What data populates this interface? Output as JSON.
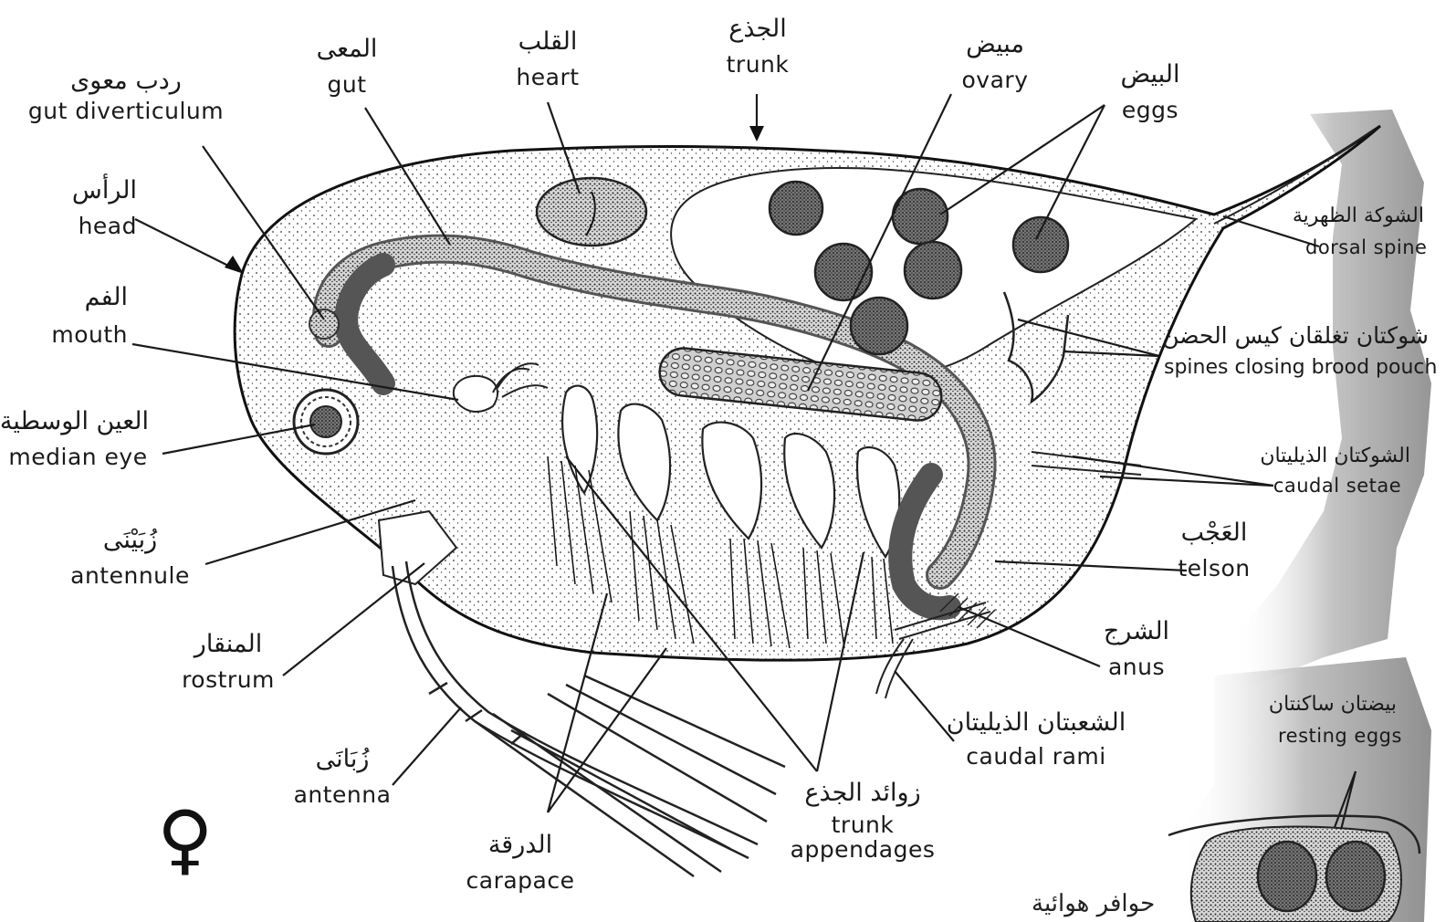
{
  "female_symbol": "♀",
  "labels": {
    "gut_diverticulum": {
      "ar": "ردب معوى",
      "en": "gut diverticulum"
    },
    "gut": {
      "ar": "المعى",
      "en": "gut"
    },
    "heart": {
      "ar": "القلب",
      "en": "heart"
    },
    "trunk": {
      "ar": "الجذع",
      "en": "trunk"
    },
    "ovary": {
      "ar": "مبيض",
      "en": "ovary"
    },
    "eggs": {
      "ar": "البيض",
      "en": "eggs"
    },
    "head": {
      "ar": "الرأس",
      "en": "head"
    },
    "mouth": {
      "ar": "الفم",
      "en": "mouth"
    },
    "median_eye": {
      "ar": "العين الوسطية",
      "en": "median eye"
    },
    "antennule": {
      "ar": "زُبَيْنَى",
      "en": "antennule"
    },
    "rostrum": {
      "ar": "المنقار",
      "en": "rostrum"
    },
    "antenna": {
      "ar": "زُبَانَى",
      "en": "antenna"
    },
    "carapace": {
      "ar": "الدرقة",
      "en": "carapace"
    },
    "trunk_appendages": {
      "ar": "زوائد الجذع",
      "en": "trunk appendages"
    },
    "caudal_rami": {
      "ar": "الشعبتان الذيليتان",
      "en": "caudal rami"
    },
    "anus": {
      "ar": "الشرج",
      "en": "anus"
    },
    "telson": {
      "ar": "العَجْب",
      "en": "telson"
    },
    "caudal_setae": {
      "ar": "الشوكتان الذيليتان",
      "en": "caudal setae"
    },
    "spines_brood": {
      "ar": "شوكتان تغلقان كيس الحضن",
      "en": "spines closing brood pouch"
    },
    "dorsal_spine": {
      "ar": "الشوكة الظهرية",
      "en": "dorsal spine"
    },
    "resting_eggs": {
      "ar": "بيضتان ساكنتان",
      "en": "resting eggs"
    }
  },
  "footer_fragment": "حوافر هوائية"
}
